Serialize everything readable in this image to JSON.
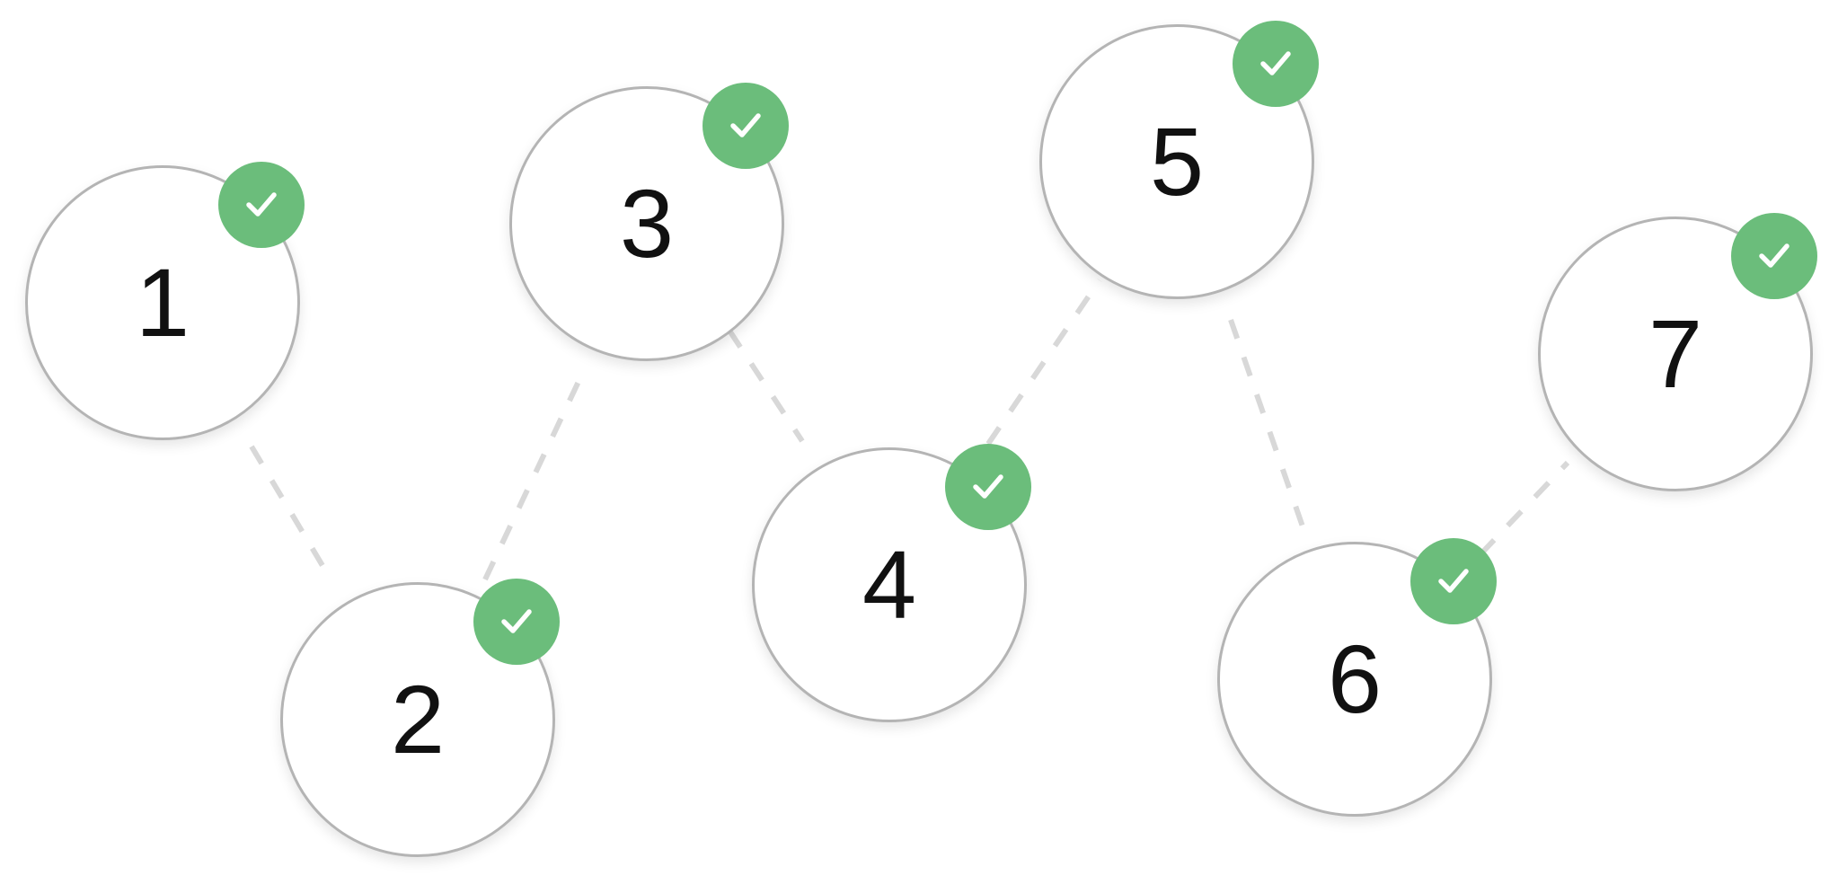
{
  "nodes": [
    {
      "id": "1",
      "label": "1",
      "status": "completed"
    },
    {
      "id": "2",
      "label": "2",
      "status": "completed"
    },
    {
      "id": "3",
      "label": "3",
      "status": "completed"
    },
    {
      "id": "4",
      "label": "4",
      "status": "completed"
    },
    {
      "id": "5",
      "label": "5",
      "status": "completed"
    },
    {
      "id": "6",
      "label": "6",
      "status": "completed"
    },
    {
      "id": "7",
      "label": "7",
      "status": "completed"
    }
  ],
  "badge_icon": "checkmark-icon",
  "colors": {
    "badge": "#6bbd7b",
    "node_border": "#b4b4b4",
    "connector": "#d8d8d8",
    "text": "#111111"
  }
}
